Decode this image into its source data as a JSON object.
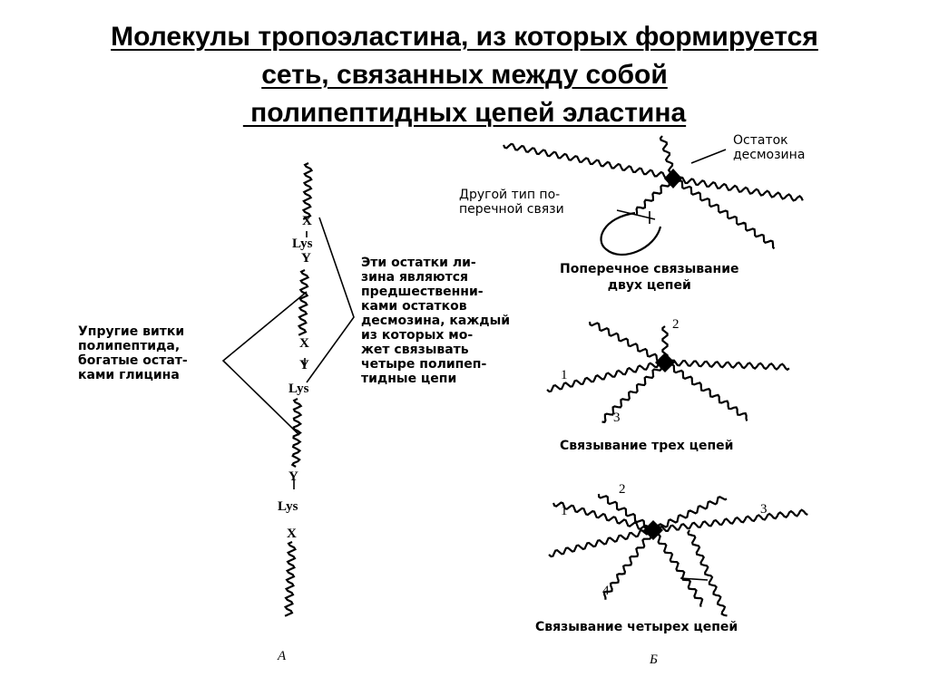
{
  "title": {
    "line1": "Молекулы тропоэластина, из которых формируется",
    "line2": "сеть, связанных между собой",
    "line3": " полипептидных цепей эластина"
  },
  "panel_a": {
    "marker": "А",
    "chain_labels": {
      "x1": "X",
      "lys1": "Lys",
      "y1": "Y",
      "x2": "X",
      "y2": "Y",
      "lys2": "Lys",
      "y3": "Y",
      "lys3": "Lys",
      "x3": "X"
    },
    "left_note": "Упругие витки\nполипептида,\nбогатые остат-\nками глицина",
    "right_note": "Эти остатки ли-\nзина являются\nпредшественни-\nками остатков\nдесмозина, каждый\nиз которых мо-\nжет связывать\nчетыре полипеп-\nтидные цепи"
  },
  "panel_b": {
    "marker": "Б",
    "desmosine_label": "Остаток\nдесмозина",
    "other_link_label": "Другой тип по-\nперечной связи",
    "caption_two": "Поперечное связывание\nдвух цепей",
    "caption_three": "Связывание трех цепей",
    "caption_four": "Связывание четырех цепей",
    "three_numbers": [
      "1",
      "2",
      "3"
    ],
    "four_numbers": [
      "1",
      "2",
      "3",
      "4"
    ]
  }
}
